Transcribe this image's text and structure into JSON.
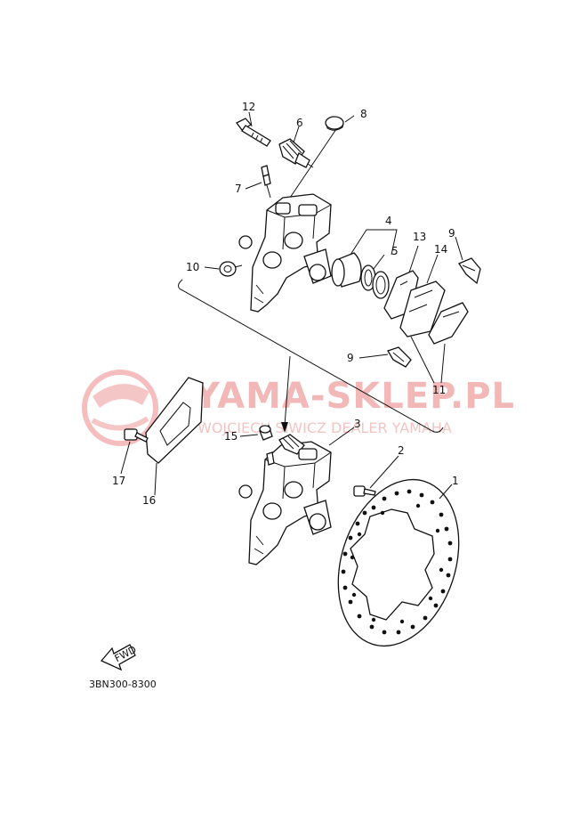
{
  "diagram": {
    "code": "3BN300-8300",
    "fwd_label": "FWD",
    "watermark": {
      "main": "YAMA-SKLEP.PL",
      "sub": "WOJCIECH SIWICZ DEALER YAMAHA"
    },
    "callouts": {
      "c1": "1",
      "c2": "2",
      "c3": "3",
      "c4": "4",
      "c5": "5",
      "c6": "6",
      "c7": "7",
      "c8": "8",
      "c9a": "9",
      "c9b": "9",
      "c10": "10",
      "c11": "11",
      "c12": "12",
      "c13": "13",
      "c14": "14",
      "c15": "15",
      "c16": "16",
      "c17": "17"
    }
  }
}
